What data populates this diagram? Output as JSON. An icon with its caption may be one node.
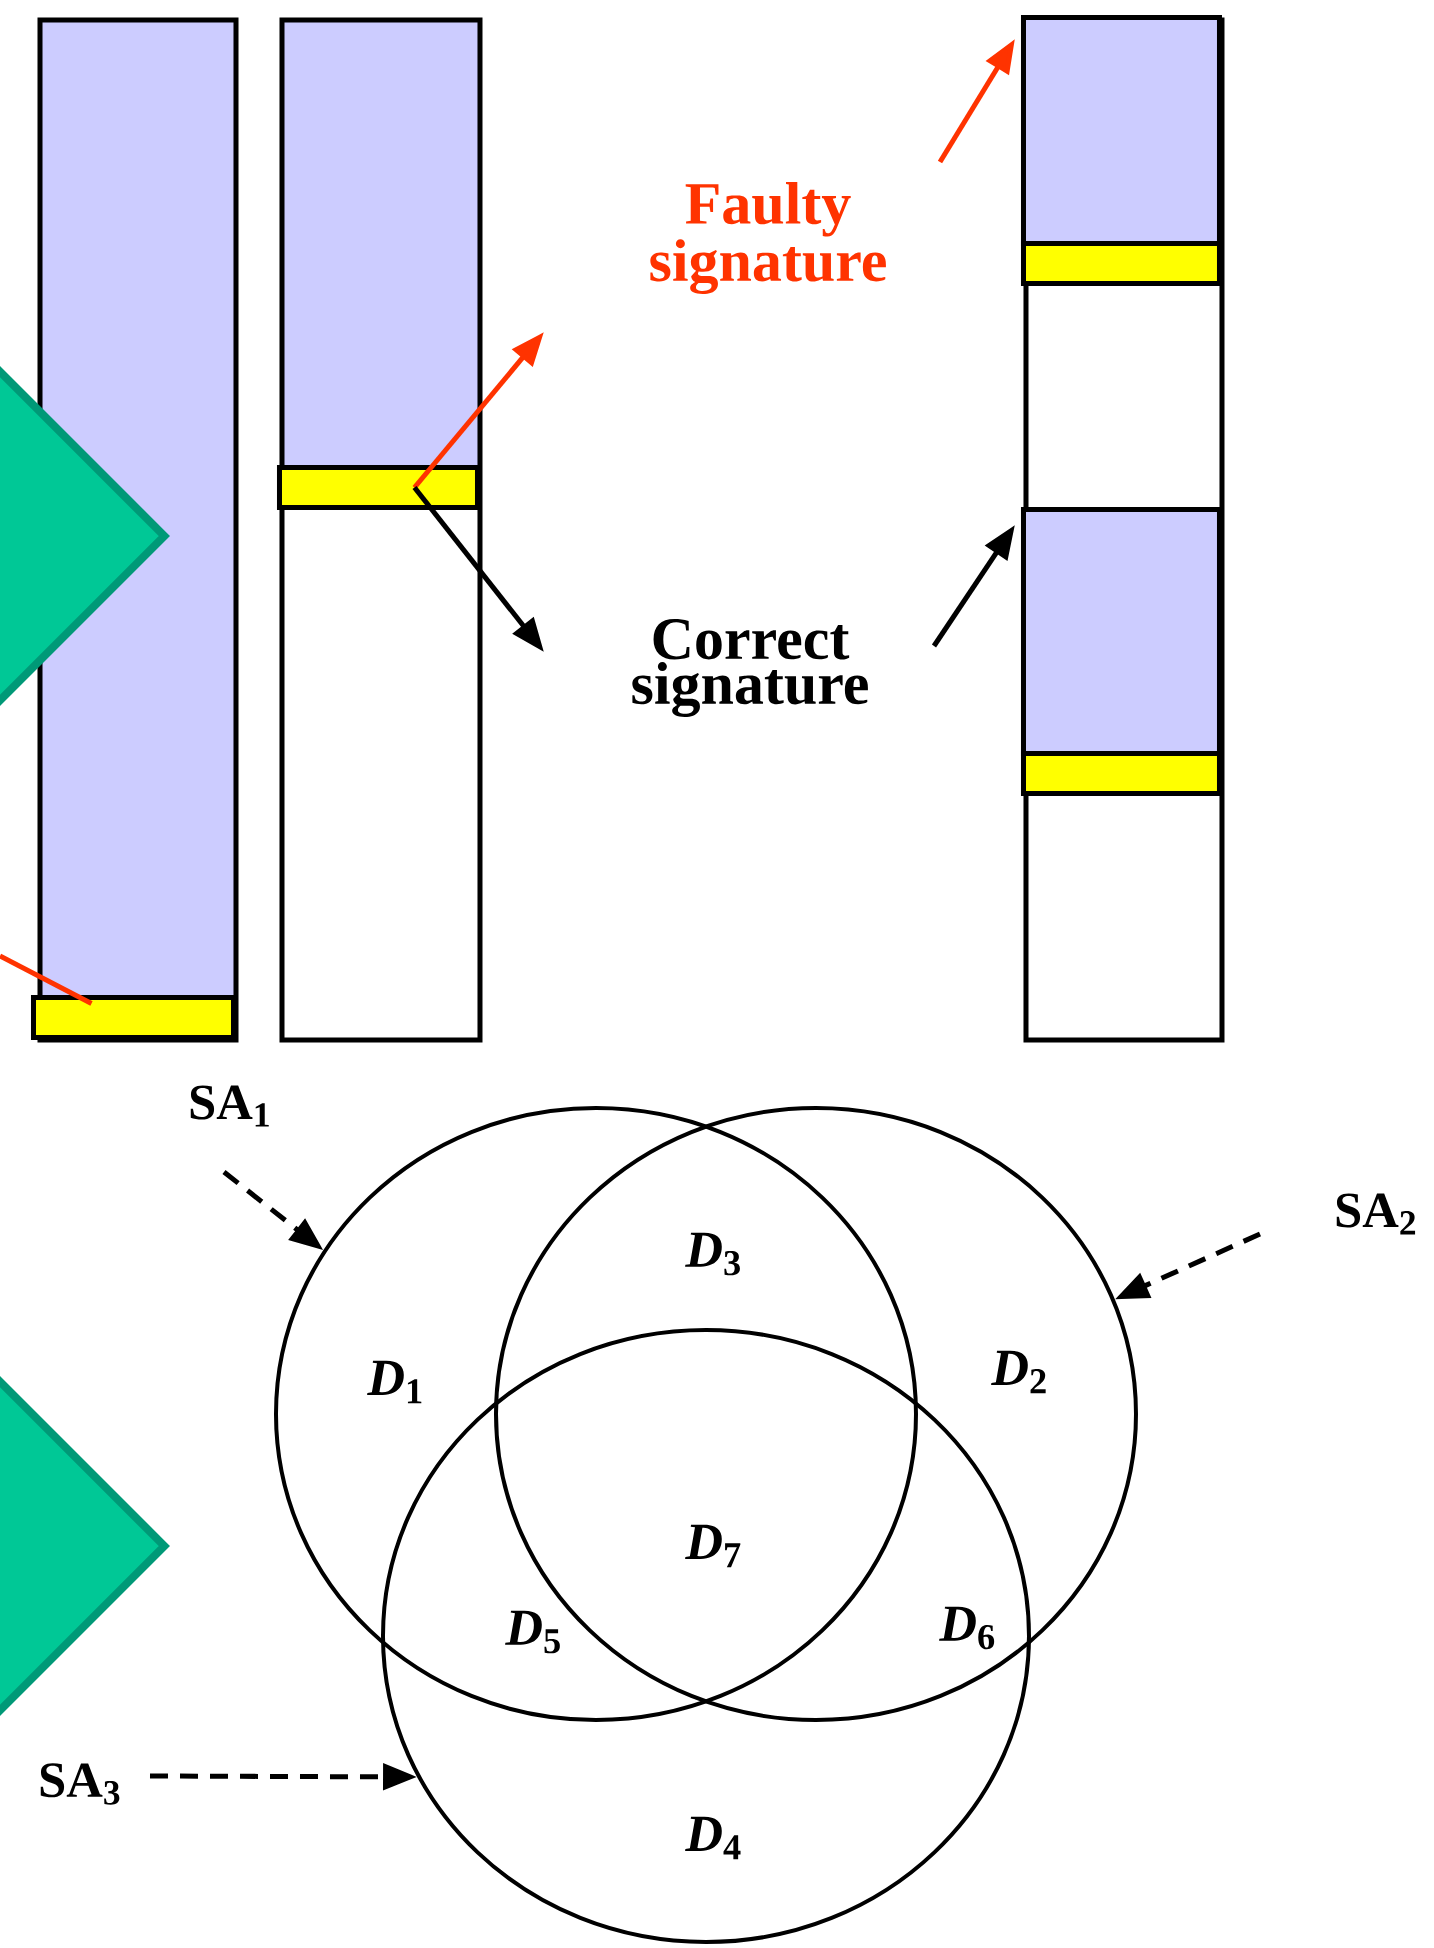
{
  "diagram": {
    "nodes": [
      {
        "text": [],
        "shape": "bar"
      },
      {
        "text": [],
        "shape": "bar",
        "in": 0
      },
      {
        "text": [],
        "shape": "bar"
      },
      {
        "text": [],
        "shape": "bar",
        "in": 2
      },
      {
        "text": [],
        "shape": "bar"
      },
      {
        "text": [],
        "shape": "bar",
        "in": 4
      },
      {
        "text": [],
        "shape": "bar",
        "in": 4
      },
      {
        "text": [],
        "shape": "bar",
        "in": 4
      },
      {
        "text": [],
        "shape": "bar",
        "in": 4
      },
      {
        "text": [
          "Faulty signature"
        ]
      },
      {
        "text": [
          "Correct signature"
        ]
      },
      {
        "text": [
          "SA$_{1}$"
        ]
      },
      {
        "text": [
          "SA$_{2}$"
        ]
      },
      {
        "text": [
          "SA$_{3}$"
        ]
      },
      {
        "text": [],
        "shape": "circle"
      },
      {
        "text": [],
        "shape": "circle"
      },
      {
        "text": [],
        "shape": "circle"
      },
      {
        "text": [],
        "shape": "diamond"
      },
      {
        "text": [],
        "shape": "diamond"
      }
    ],
    "edges": [
      {
        "from": 3,
        "to": 9,
        "arrow": "to",
        "color": "#ff3300"
      },
      {
        "from": 3,
        "to": 10,
        "arrow": "to"
      },
      {
        "from": 9,
        "to": 5,
        "arrow": "to",
        "color": "#ff3300"
      },
      {
        "from": 10,
        "to": 7,
        "arrow": "to"
      },
      {
        "from": null,
        "to": 1,
        "arrow": "none",
        "color": "#ff3300"
      },
      {
        "from": 11,
        "to": 14,
        "arrow": "to",
        "style": "dashed"
      },
      {
        "from": 12,
        "to": 15,
        "arrow": "to",
        "style": "dashed"
      },
      {
        "from": 13,
        "to": 16,
        "arrow": "to",
        "style": "dashed"
      }
    ],
    "labels": [
      "*D*$_{3}$",
      "*D*$_{1}$",
      "*D*$_{2}$",
      "*D*$_{7}$",
      "*D*$_{5}$",
      "*D*$_{6}$",
      "*D*$_{4}$"
    ]
  }
}
